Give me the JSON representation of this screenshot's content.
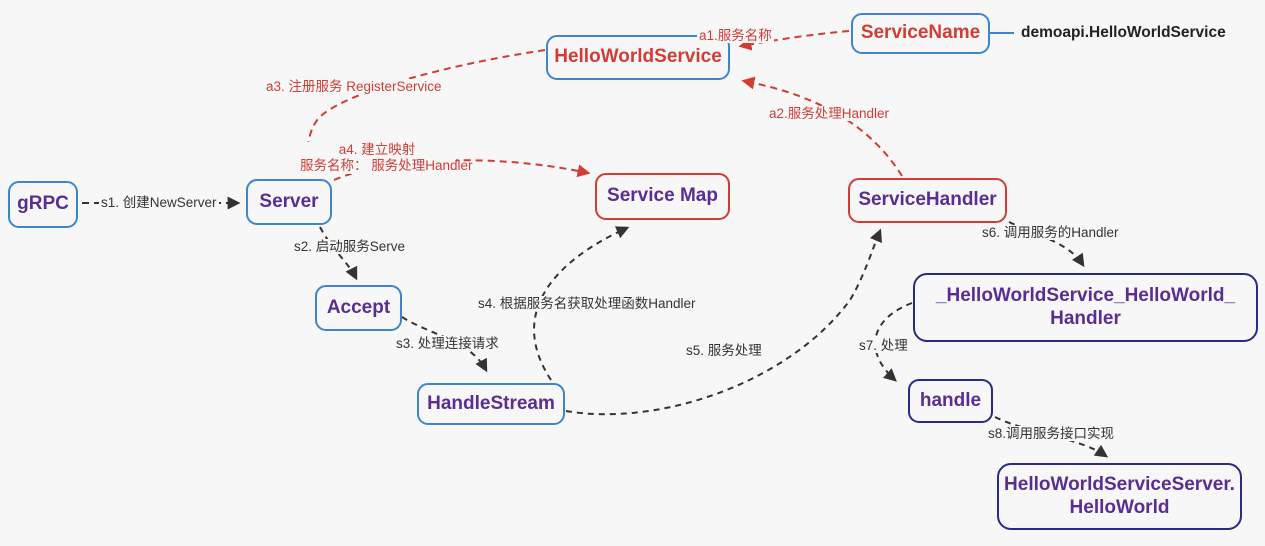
{
  "colors": {
    "background": "#f7f7f8",
    "blue_border": "#3e86c9",
    "red": "#d23c35",
    "purple": "#5b2d91",
    "navy_border": "#2b2b85",
    "black_arrow": "#333333",
    "dark_text": "#222222"
  },
  "nodes": {
    "grpc": {
      "label": "gRPC"
    },
    "server": {
      "label": "Server"
    },
    "hello_world_service": {
      "label": "HelloWorldService"
    },
    "service_name": {
      "label": "ServiceName"
    },
    "service_name_value": {
      "label": "demoapi.HelloWorldService"
    },
    "service_map": {
      "label": "Service Map"
    },
    "service_handler": {
      "label": "ServiceHandler"
    },
    "accept": {
      "label": "Accept"
    },
    "handle_stream": {
      "label": "HandleStream"
    },
    "handler_func": {
      "line1": "_HelloWorldService_HelloWorld_",
      "line2": "Handler"
    },
    "handle": {
      "label": "handle"
    },
    "service_impl": {
      "line1": "HelloWorldServiceServer.",
      "line2": "HelloWorld"
    }
  },
  "edges": {
    "s1": {
      "label": "s1. 创建NewServer"
    },
    "s2": {
      "label": "s2. 启动服务Serve"
    },
    "s3": {
      "label": "s3. 处理连接请求"
    },
    "s4": {
      "label": "s4. 根据服务名获取处理函数Handler"
    },
    "s5": {
      "label": "s5. 服务处理"
    },
    "s6": {
      "label": "s6. 调用服务的Handler"
    },
    "s7": {
      "label": "s7. 处理"
    },
    "s8": {
      "label": "s8.调用服务接口实现"
    },
    "a1": {
      "label": "a1.服务名称"
    },
    "a2": {
      "label": "a2.服务处理Handler"
    },
    "a3": {
      "label": "a3. 注册服务 RegisterService"
    },
    "a4": {
      "line1": "a4. 建立映射",
      "line2": "服务名称： 服务处理Handler"
    }
  }
}
